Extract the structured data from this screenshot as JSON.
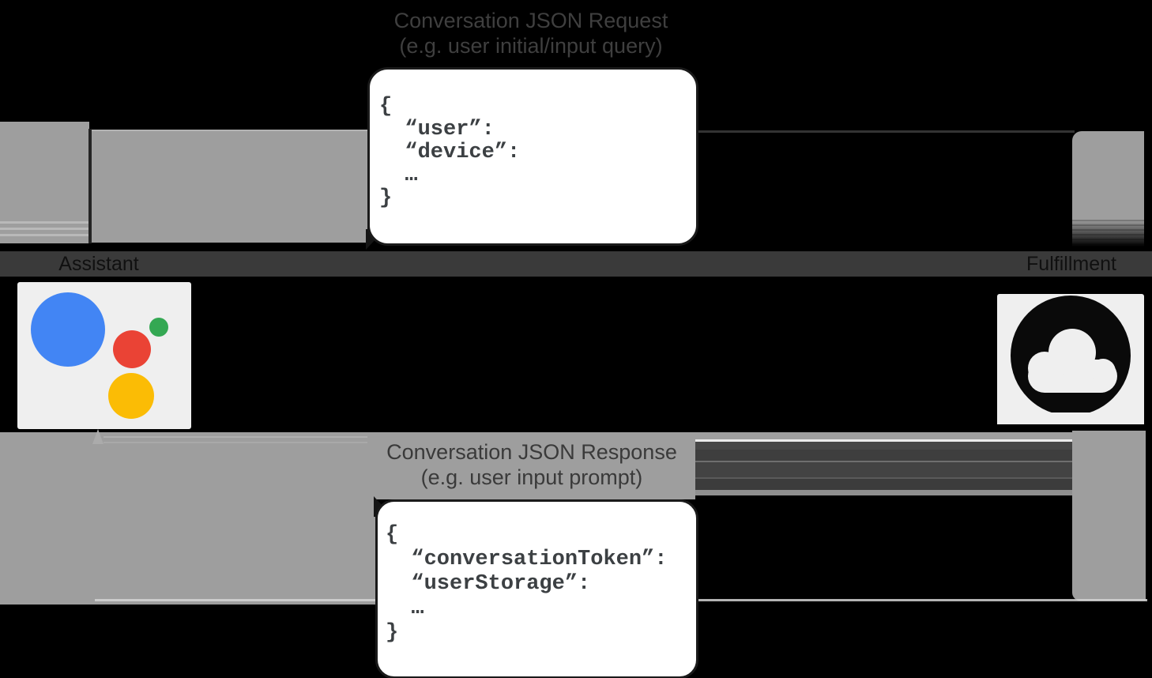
{
  "diagram": {
    "request": {
      "title": "Conversation JSON Request",
      "subtitle": "(e.g. user initial/input query)",
      "code_lines": [
        "{",
        "  “user”:",
        "  “device”:",
        "  …",
        "}"
      ]
    },
    "response": {
      "title": "Conversation JSON Response",
      "subtitle": "(e.g. user input prompt)",
      "code_lines": [
        "{",
        "  “conversationToken”:",
        "  “userStorage”:",
        "  …",
        "}"
      ]
    },
    "actors": {
      "assistant": {
        "label": "Assistant"
      },
      "fulfillment": {
        "label": "Fulfillment"
      }
    },
    "colors": {
      "arrow_gray": "#9e9e9e",
      "label_strip": "#3a3a3a",
      "callout_border": "#1a1a1a",
      "code_text": "#3c4043",
      "assistant_blue": "#4285f4",
      "assistant_red": "#ea4335",
      "assistant_green": "#34a853",
      "assistant_yellow": "#fbbc05",
      "cloud_black": "#0a0a0a"
    }
  }
}
